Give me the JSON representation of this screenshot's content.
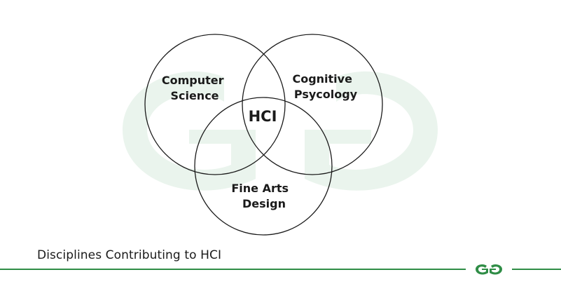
{
  "diagram": {
    "type": "venn",
    "circles": [
      {
        "label_lines": [
          "Computer",
          "Science"
        ]
      },
      {
        "label_lines": [
          "Cognitive",
          "Psycology"
        ]
      },
      {
        "label_lines": [
          "Fine Arts",
          "Design"
        ]
      }
    ],
    "center_label": "HCI"
  },
  "footer": {
    "caption": "Disciplines Contributing to HCI",
    "logo_text": "GG"
  },
  "colors": {
    "circle_stroke": "#1a1a1a",
    "footer_line": "#2f8d46",
    "watermark": "#e9f4ec",
    "text": "#1a1a1a"
  }
}
